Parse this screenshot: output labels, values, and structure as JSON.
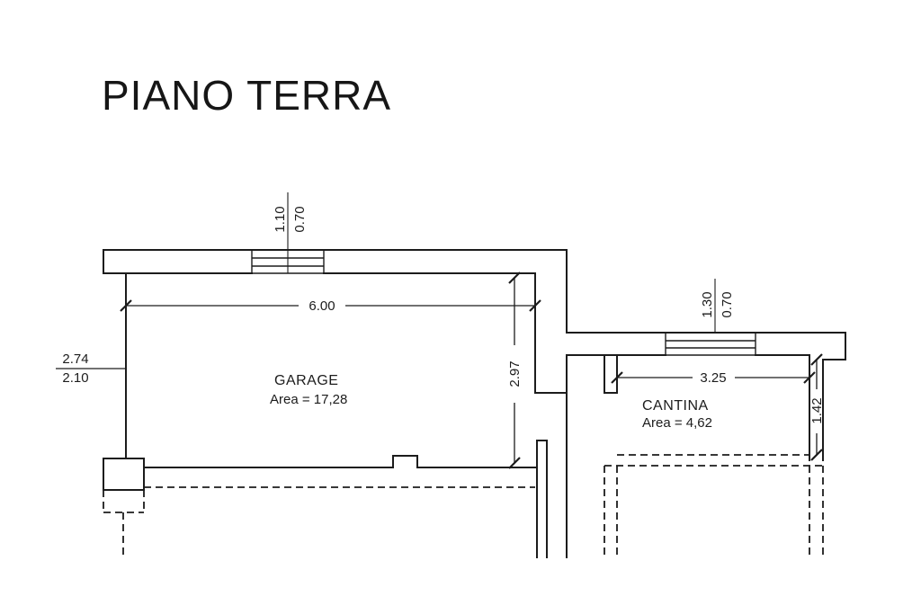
{
  "title": "PIANO TERRA",
  "colors": {
    "background": "#ffffff",
    "line": "#1c1c1c",
    "text": "#1c1c1c"
  },
  "plan": {
    "rooms": {
      "garage": {
        "name": "GARAGE",
        "area": "Area = 17,28"
      },
      "cantina": {
        "name": "CANTINA",
        "area": "Area = 4,62"
      }
    },
    "dims": {
      "garage_width": "6.00",
      "garage_depth": "2.97",
      "left_upper": "2.74",
      "left_lower": "2.10",
      "garage_window_width": "1.10",
      "garage_window_height": "0.70",
      "cantina_window_width": "1.30",
      "cantina_window_height": "0.70",
      "cantina_width": "3.25",
      "cantina_depth": "1.42"
    }
  }
}
